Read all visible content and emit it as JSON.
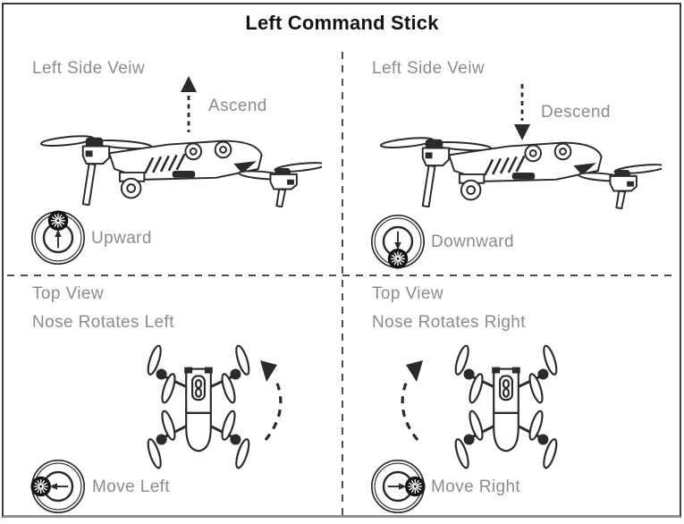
{
  "title": "Left Command Stick",
  "colors": {
    "line": "#2b2b2b",
    "label_gray": "#8c8c8c",
    "title_text": "#141414",
    "divider": "#4d4d4d",
    "bottom_bar": "#8f8f8f"
  },
  "quadrants": [
    {
      "name": "ascend",
      "view_label": "Left Side Veiw",
      "motion_label": "Ascend",
      "stick_label": "Upward"
    },
    {
      "name": "descend",
      "view_label": "Left Side Veiw",
      "motion_label": "Descend",
      "stick_label": "Downward"
    },
    {
      "name": "rotate-left",
      "view_label": "Top View",
      "sub_label": "Nose Rotates Left",
      "stick_label": "Move Left"
    },
    {
      "name": "rotate-right",
      "view_label": "Top View",
      "sub_label": "Nose Rotates Right",
      "stick_label": "Move Right"
    }
  ],
  "icons": {
    "drone_side": "drone-side-view-illustration",
    "drone_top": "drone-top-view-illustration",
    "ascend_arrow": "ascend-dashed-arrow-icon",
    "descend_arrow": "descend-dashed-arrow-icon",
    "rotate_left_arrow": "rotate-left-curved-arrow-icon",
    "rotate_right_arrow": "rotate-right-curved-arrow-icon",
    "joystick_up": "joystick-upward-icon",
    "joystick_down": "joystick-downward-icon",
    "joystick_left": "joystick-move-left-icon",
    "joystick_right": "joystick-move-right-icon"
  }
}
